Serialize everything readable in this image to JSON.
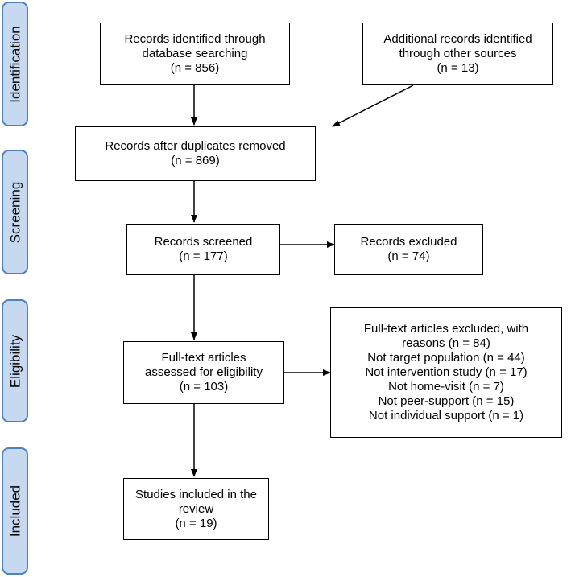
{
  "stages": [
    {
      "id": "identification",
      "label": "Identification"
    },
    {
      "id": "screening",
      "label": "Screening"
    },
    {
      "id": "eligibility",
      "label": "Eligibility"
    },
    {
      "id": "included",
      "label": "Included"
    }
  ],
  "boxes": {
    "identified_db": {
      "lines": [
        "Records identified through",
        "database searching",
        "(n = 856)"
      ]
    },
    "identified_other": {
      "lines": [
        "Additional records identified",
        "through other sources",
        "(n = 13)"
      ]
    },
    "after_duplicates": {
      "lines": [
        "Records after duplicates removed",
        "(n = 869)"
      ]
    },
    "screened": {
      "lines": [
        "Records screened",
        "(n = 177)"
      ]
    },
    "excluded": {
      "lines": [
        "Records excluded",
        "(n = 74)"
      ]
    },
    "fulltext_assessed": {
      "lines": [
        "Full-text articles",
        "assessed for eligibility",
        "(n = 103)"
      ]
    },
    "fulltext_excluded": {
      "lines": [
        "Full-text articles excluded, with",
        "reasons (n = 84)",
        "Not target population (n = 44)",
        "Not intervention study (n = 17)",
        "Not home-visit (n = 7)",
        "Not peer-support (n = 15)",
        "Not individual support (n = 1)"
      ]
    },
    "included": {
      "lines": [
        "Studies included in the",
        "review",
        "(n = 19)"
      ]
    }
  }
}
